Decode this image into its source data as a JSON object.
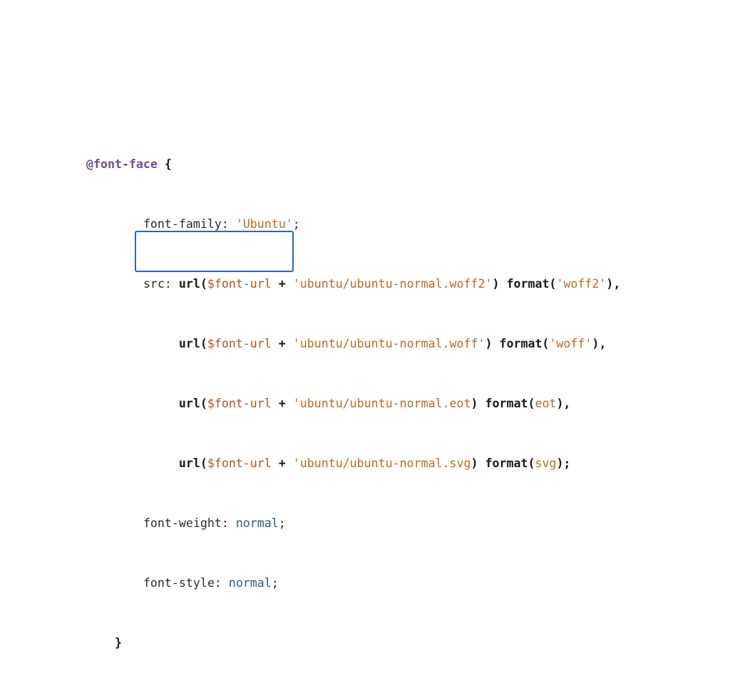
{
  "code": {
    "line1": {
      "at_rule": "@font-face",
      "open_brace": " {"
    },
    "line2": {
      "indent": "        ",
      "property": "font-family: ",
      "value": "'Ubuntu'",
      "end": ";"
    },
    "line3": {
      "indent": "        ",
      "property": "src: ",
      "url_fn": "url(",
      "var": "$font-url",
      "plus": " + ",
      "path": "'ubuntu/ubuntu-normal.woff2'",
      "close": ")",
      "format_fn": " format(",
      "format_val": "'woff2'",
      "end": "),"
    },
    "line4": {
      "indent": "             ",
      "url_fn": "url(",
      "var": "$font-url",
      "plus": " + ",
      "path": "'ubuntu/ubuntu-normal.woff'",
      "close": ")",
      "format_fn": " format(",
      "format_val": "'woff'",
      "end": "),"
    },
    "line5": {
      "indent": "             ",
      "url_fn": "url(",
      "var": "$font-url",
      "plus": " + ",
      "path": "'ubuntu/ubuntu-normal.eot",
      "close": ")",
      "format_fn": " format(",
      "format_val": "eot",
      "end": "),"
    },
    "line6": {
      "indent": "             ",
      "url_fn": "url(",
      "var": "$font-url",
      "plus": " + ",
      "path": "'ubuntu/ubuntu-normal.svg",
      "close": ")",
      "format_fn": " format(",
      "format_val": "svg",
      "end": ");"
    },
    "line7": {
      "indent": "        ",
      "property": "font-weight: ",
      "value": "normal",
      "end": ";"
    },
    "line8": {
      "indent": "        ",
      "property": "font-style: ",
      "value": "normal",
      "end": ";"
    },
    "line9": {
      "indent": "    ",
      "close_brace": "}"
    }
  },
  "colors": {
    "at_rule": "#6b4d9e",
    "string": "#c06a1a",
    "keyword": "#2b5a8a",
    "highlight_border": "#2565c7"
  }
}
